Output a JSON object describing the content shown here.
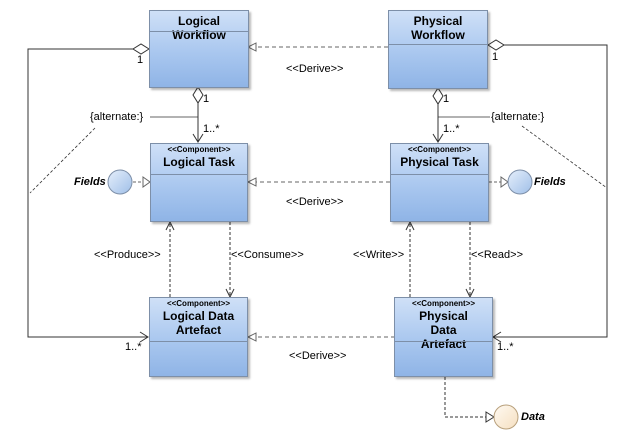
{
  "nodes": {
    "logical_workflow": {
      "title": "Logical Workflow",
      "stereotype": ""
    },
    "physical_workflow": {
      "title": "Physical Workflow",
      "stereotype": ""
    },
    "logical_task": {
      "title": "Logical Task",
      "stereotype": "<<Component>>"
    },
    "physical_task": {
      "title": "Physical Task",
      "stereotype": "<<Component>>"
    },
    "logical_data_artefact": {
      "title": "Logical Data Artefact",
      "stereotype": "<<Component>>"
    },
    "physical_data_artefact": {
      "title": "Physical Data Artefact",
      "stereotype": "<<Component>>"
    }
  },
  "interfaces": {
    "logical_fields": "Fields",
    "physical_fields": "Fields",
    "data": "Data"
  },
  "relations": {
    "derive_workflow": "<<Derive>>",
    "derive_task": "<<Derive>>",
    "derive_artefact": "<<Derive>>",
    "produce": "<<Produce>>",
    "consume": "<<Consume>>",
    "write": "<<Write>>",
    "read": "<<Read>>",
    "alternate_left": "{alternate:}",
    "alternate_right": "{alternate:}"
  },
  "multiplicities": {
    "lw_outer": "1",
    "lw_task_whole": "1",
    "lw_task_part": "1..*",
    "pw_outer": "1",
    "pw_task_whole": "1",
    "pw_task_part": "1..*",
    "lda_outer": "1..*",
    "pda_outer": "1..*"
  },
  "colors": {
    "box_fill_top": "#cfe0f7",
    "box_fill_bottom": "#8fb4e6",
    "box_border": "#7d8fa8",
    "interface_fill": "#cfe0f7",
    "data_interface_fill": "#fbeedd"
  }
}
